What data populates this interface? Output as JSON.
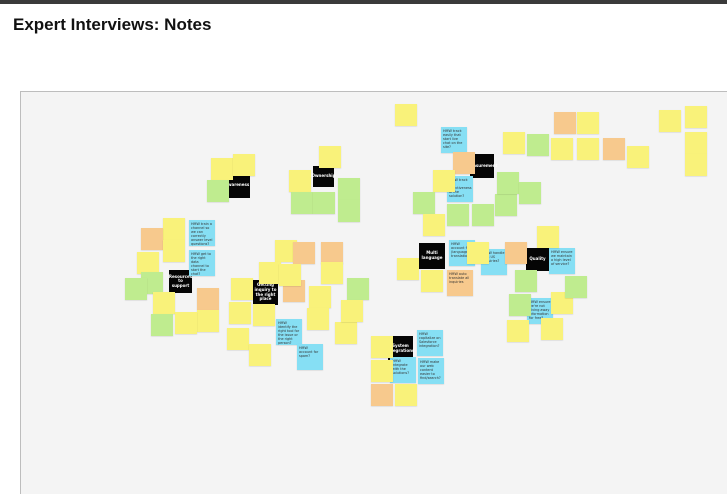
{
  "page": {
    "title": "Expert Interviews: Notes"
  },
  "board": {
    "topics": [
      "Awareness",
      "Ownership",
      "Measurement",
      "Resources to support",
      "Getting inquiry to the right place",
      "Multi language",
      "Quality",
      "System integrations"
    ],
    "questions": [
      "HMW track easily that start live chat on the site?",
      "HMW track the effectiveness of the solution?",
      "HMW train a channel so we can correctly answer level questions?",
      "HMW get to the right data channel to start the chat?",
      "HMW identify the right tool for the issue or the right person?",
      "HMW account for spam?",
      "HMW account for (language) translation?",
      "HMW handle non US inquiries?",
      "HMW auto translate all inquiries",
      "HMW ensure we maintain a high level of service?",
      "HMW ensure we're not giving away information for free?",
      "HMW capitalize on Salesforce integration?",
      "HMW integrate with the solutions?",
      "HMW make our web content easier to find/search?"
    ]
  }
}
